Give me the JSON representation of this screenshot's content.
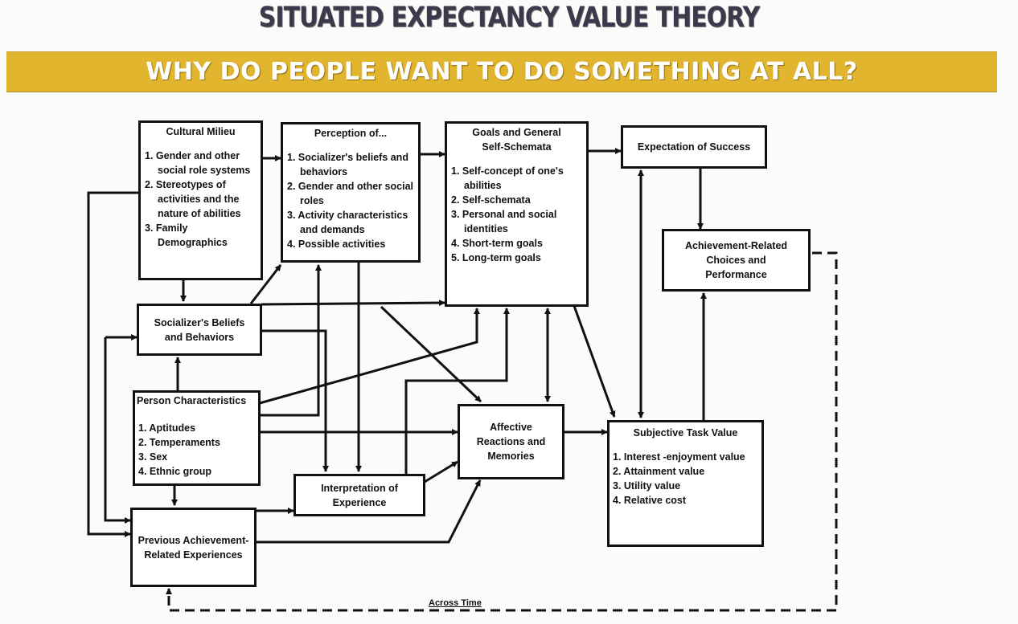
{
  "title": "SITUATED EXPECTANCY VALUE THEORY",
  "subtitle": "WHY DO PEOPLE WANT TO DO SOMETHING AT ALL?",
  "colors": {
    "banner": "#e2b52e",
    "title": "#3a3a4c"
  },
  "boxes": {
    "cultural": {
      "title": "Cultural Milieu",
      "items": [
        "1. Gender and other social role systems",
        "2. Stereotypes of activities and  the nature of abilities",
        "3. Family Demographics"
      ]
    },
    "perception": {
      "title": "Perception of...",
      "items": [
        "1. Socializer's beliefs and behaviors",
        "2. Gender and other social roles",
        "3. Activity characteristics and demands",
        "4. Possible activities"
      ]
    },
    "goals": {
      "title": "Goals and General Self-Schemata",
      "items": [
        "1. Self-concept of one's abilities",
        "2. Self-schemata",
        "3. Personal and social identities",
        "4. Short-term goals",
        "5. Long-term goals"
      ]
    },
    "expectation": {
      "title": "Expectation of Success"
    },
    "achievement": {
      "title": "Achievement-Related Choices and Performance"
    },
    "socializer": {
      "title": "Socializer's Beliefs and Behaviors"
    },
    "person": {
      "title": "Person Characteristics",
      "items": [
        "1. Aptitudes",
        "2. Temperaments",
        "3. Sex",
        "4. Ethnic group"
      ]
    },
    "affective": {
      "title": "Affective Reactions and Memories"
    },
    "stv": {
      "title": "Subjective Task Value",
      "items": [
        "1. Interest -enjoyment value",
        "2. Attainment value",
        "3. Utility value",
        "4. Relative cost"
      ]
    },
    "interpretation": {
      "title": "Interpretation of Experience"
    },
    "previous": {
      "title": "Previous Achievement-Related Experiences"
    }
  },
  "across_time": "Across Time"
}
